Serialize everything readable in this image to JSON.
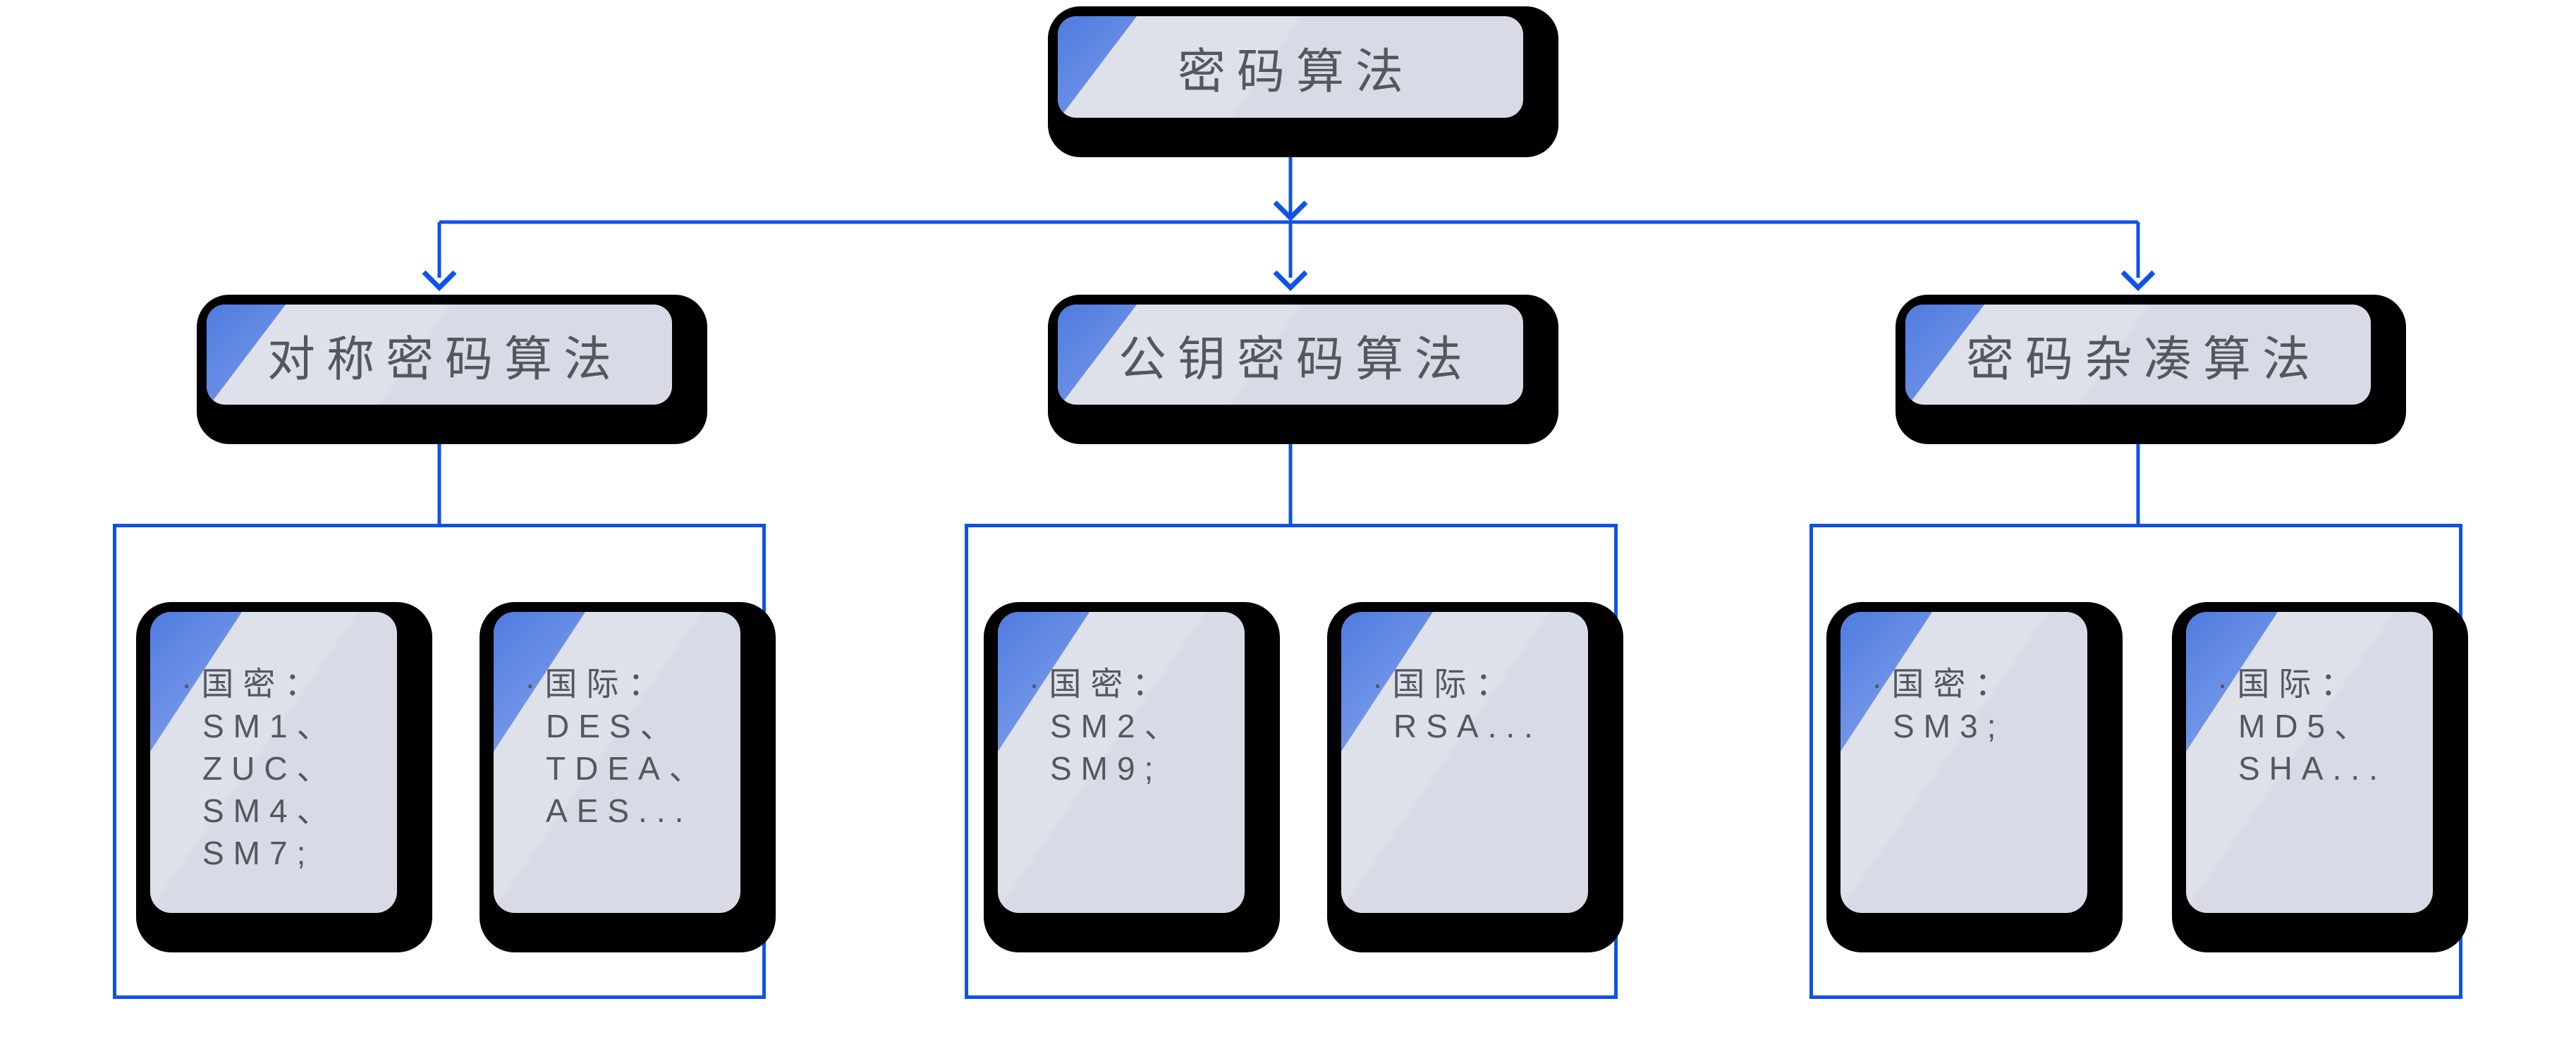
{
  "diagram": {
    "root": {
      "label": "密码算法"
    },
    "branches": [
      {
        "label": "对称密码算法",
        "cards": [
          {
            "text": "·国密：\nSM1、\nZUC、\nSM4、\nSM7;"
          },
          {
            "text": "·国际：\nDES、\nTDEA、\nAES..."
          }
        ]
      },
      {
        "label": "公钥密码算法",
        "cards": [
          {
            "text": "·国密：\nSM2、\nSM9;"
          },
          {
            "text": "·国际：\nRSA..."
          }
        ]
      },
      {
        "label": "密码杂凑算法",
        "cards": [
          {
            "text": "·国密：\nSM3;"
          },
          {
            "text": "·国际：\nMD5、\nSHA..."
          }
        ]
      }
    ],
    "colors": {
      "connector_blue": "#0d53e9",
      "card_fill": "#d8dbe6",
      "corner_gradient_blue": "#2e63da",
      "shadow_black": "#000000",
      "text_gray": "#54575d"
    }
  }
}
